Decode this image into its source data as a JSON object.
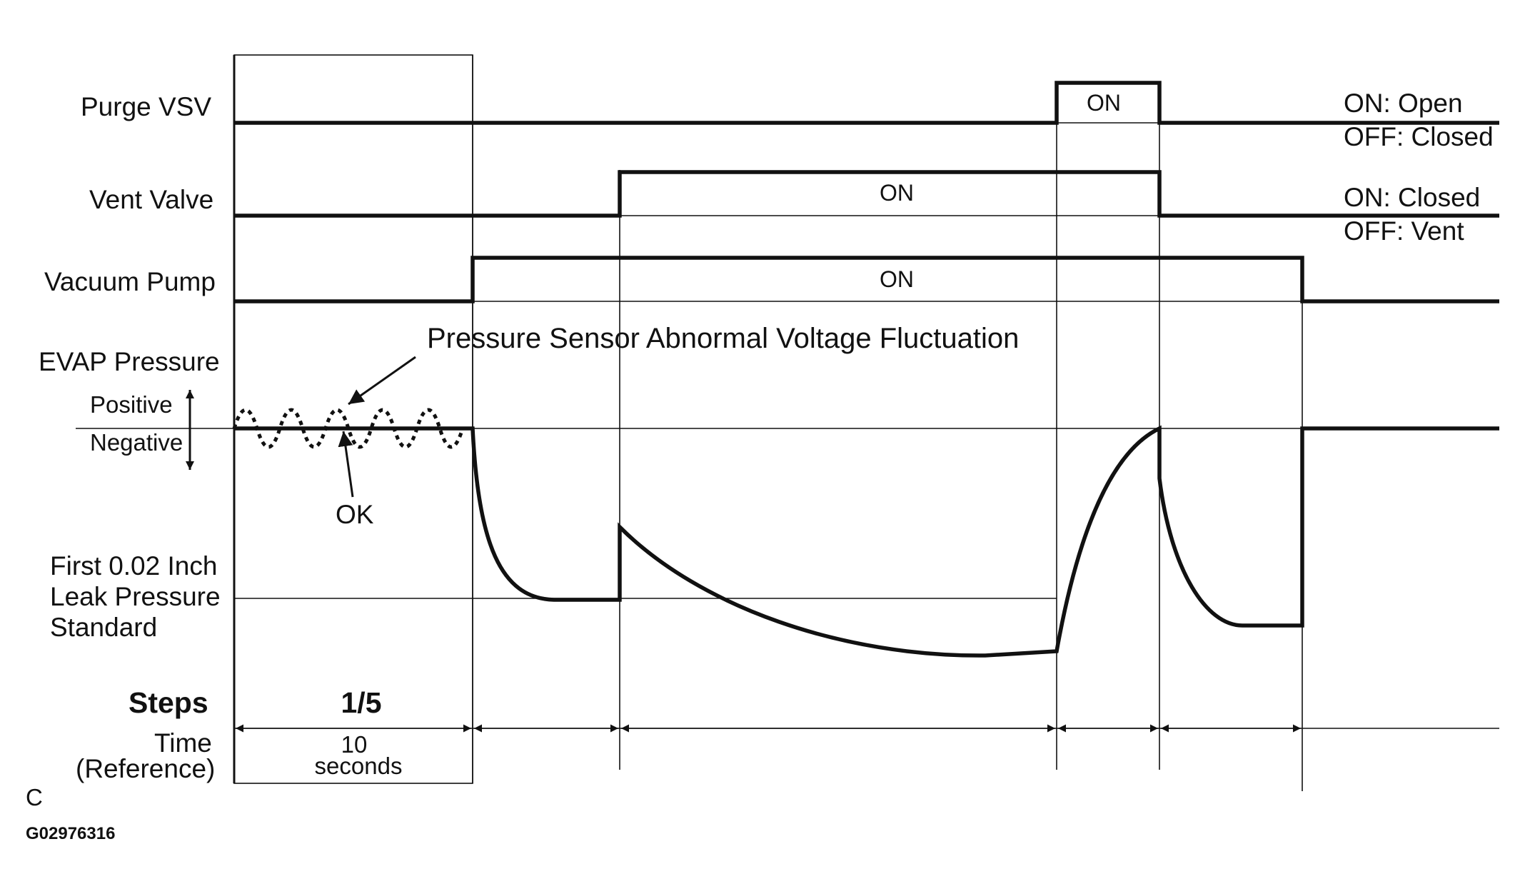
{
  "signals": {
    "purge_vsv": {
      "label": "Purge VSV",
      "on_label": "ON",
      "legend_on": "ON: Open",
      "legend_off": "OFF: Closed"
    },
    "vent_valve": {
      "label": "Vent Valve",
      "on_label": "ON",
      "legend_on": "ON: Closed",
      "legend_off": "OFF: Vent"
    },
    "vacuum_pump": {
      "label": "Vacuum Pump",
      "on_label": "ON"
    }
  },
  "evap": {
    "label": "EVAP Pressure",
    "positive": "Positive",
    "negative": "Negative",
    "fluctuation_note": "Pressure Sensor Abnormal Voltage Fluctuation",
    "ok_label": "OK",
    "leak_standard": [
      "First 0.02 Inch",
      "Leak Pressure",
      "Standard"
    ]
  },
  "steps": {
    "label": "Steps",
    "value": "1/5",
    "time_label": [
      "Time",
      "(Reference)"
    ],
    "duration": [
      "10",
      "seconds"
    ]
  },
  "footer": {
    "view_letter": "C",
    "figure_id": "G02976316"
  }
}
